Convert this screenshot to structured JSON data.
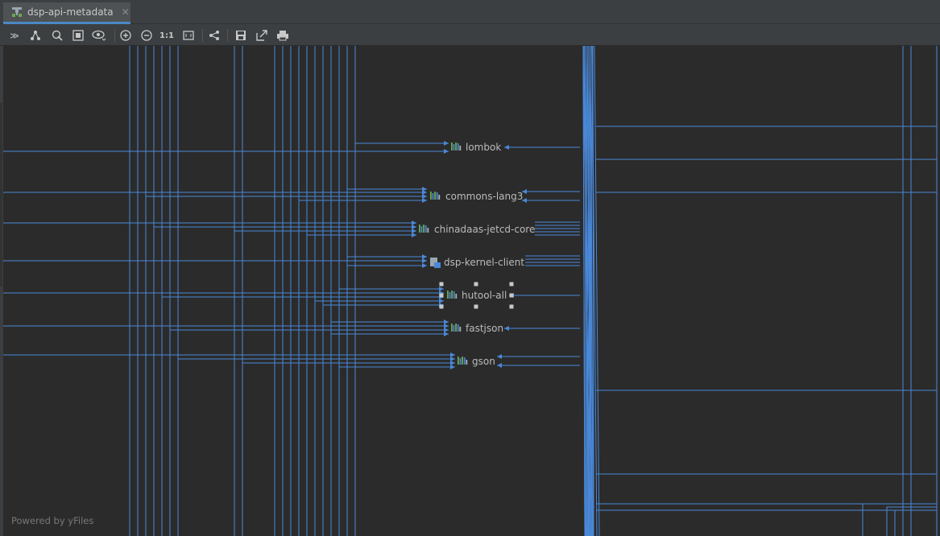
{
  "tab": {
    "title": "dsp-api-metadata",
    "icon": "diagram-icon",
    "close_icon": "close-icon"
  },
  "toolbar": {
    "buttons": [
      {
        "name": "collapse-expand-icon",
        "glyph": "≫"
      },
      {
        "name": "layout-icon",
        "glyph": "⅄"
      },
      {
        "name": "select-icon",
        "glyph": "◎"
      },
      {
        "name": "fit-content-icon",
        "glyph": "▣"
      },
      {
        "name": "view-options-icon",
        "glyph": "👁"
      },
      {
        "name": "zoom-in-icon",
        "glyph": "⊕"
      },
      {
        "name": "zoom-out-icon",
        "glyph": "⊖"
      },
      {
        "name": "actual-size-icon",
        "glyph": "1:1"
      },
      {
        "name": "fit-window-icon",
        "glyph": "⬚"
      },
      {
        "name": "share-icon",
        "glyph": "⋖"
      },
      {
        "name": "save-icon",
        "glyph": "▤"
      },
      {
        "name": "export-icon",
        "glyph": "↗"
      },
      {
        "name": "print-icon",
        "glyph": "⎙"
      }
    ],
    "actual_size_label": "1:1"
  },
  "nodes": [
    {
      "id": "lombok",
      "label": "lombok",
      "icon": "library-icon"
    },
    {
      "id": "commons-lang3",
      "label": "commons-lang3",
      "icon": "library-icon"
    },
    {
      "id": "chinadaas-jetcd-core",
      "label": "chinadaas-jetcd-core",
      "icon": "library-icon"
    },
    {
      "id": "dsp-kernel-client",
      "label": "dsp-kernel-client",
      "icon": "module-icon"
    },
    {
      "id": "hutool-all",
      "label": "hutool-all",
      "icon": "library-icon",
      "selected": true
    },
    {
      "id": "fastjson",
      "label": "fastjson",
      "icon": "library-icon"
    },
    {
      "id": "gson",
      "label": "gson",
      "icon": "library-icon"
    }
  ],
  "footer": {
    "powered_by": "Powered by yFiles"
  },
  "colors": {
    "edge": "#4a88d8",
    "background": "#2b2b2b",
    "toolbar": "#3c3f41"
  }
}
